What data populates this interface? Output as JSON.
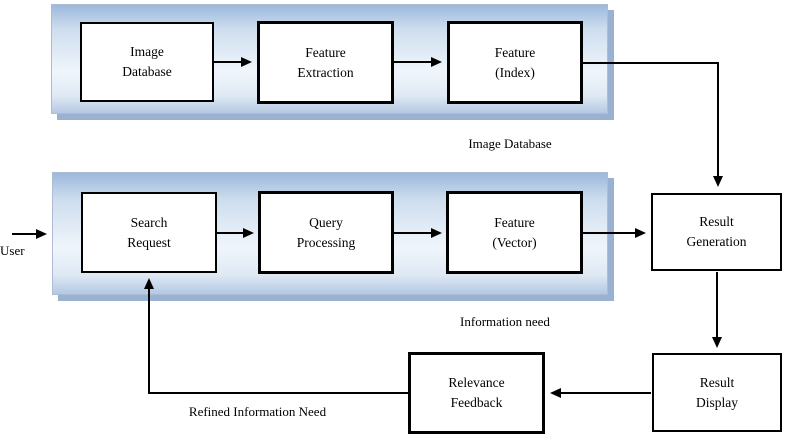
{
  "colors": {
    "panel_gradient_top": "#9db8dc",
    "panel_gradient_mid": "#f0f5fb",
    "panel_gradient_bottom": "#b4c8e3",
    "panel_shadow": "#9bb1d1",
    "box_fill": "#ffffff",
    "line": "#000000"
  },
  "boxes": {
    "image_database": "Image\nDatabase",
    "feature_extraction": "Feature\nExtraction",
    "feature_index": "Feature\n(Index)",
    "search_request": "Search\nRequest",
    "query_processing": "Query\nProcessing",
    "feature_vector": "Feature\n(Vector)",
    "result_generation": "Result\nGeneration",
    "result_display": "Result\nDisplay",
    "relevance_feedback": "Relevance\nFeedback"
  },
  "captions": {
    "top_panel": "Image Database",
    "bottom_panel": "Information need",
    "user": "User",
    "feedback_path": "Refined Information Need"
  }
}
